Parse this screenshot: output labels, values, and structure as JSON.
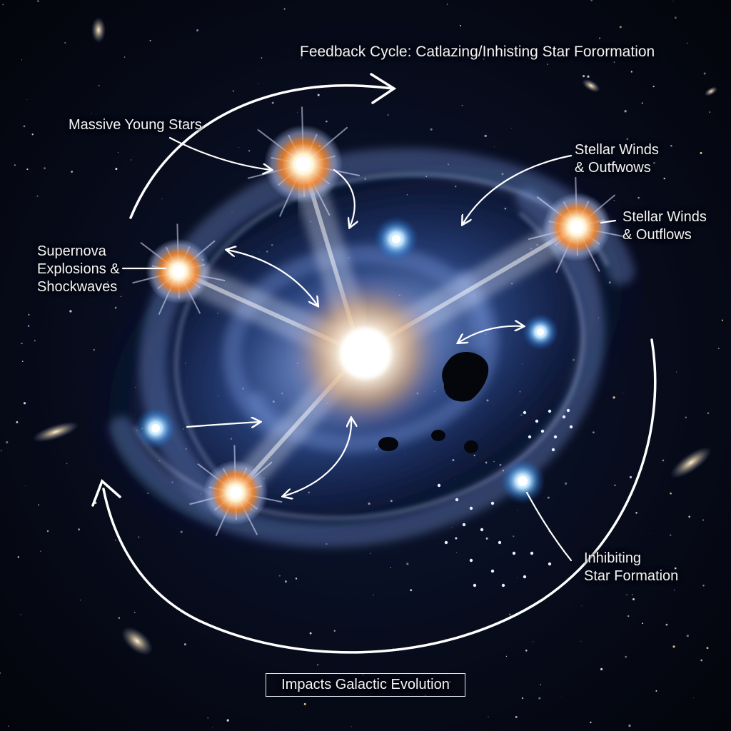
{
  "colors": {
    "background": "#05070f",
    "galaxy_blue": "#3e64b8",
    "arrow": "#ffffff",
    "burst_core": "#fff6d8",
    "burst_orange": "#ff8a2a"
  },
  "labels": {
    "title": "Feedback Cycle: Catlazing/Inhisting Star Forormation",
    "massive_young_stars": "Massive Young Stars",
    "stellar_winds_top": [
      "Stellar Winds",
      "& Outfwows"
    ],
    "stellar_winds_right": [
      "Stellar Winds",
      "& Outflows"
    ],
    "supernova": [
      "Supernova",
      "Explosions &",
      "Shockwaves"
    ],
    "inhibiting": [
      "Inhibiting",
      "Star Formation"
    ],
    "impacts": "Impacts Galactic Evolution"
  },
  "icons": {
    "starburst": "starburst-icon",
    "blue_star": "blue-star-icon",
    "background_galaxy": "spiral-galaxy-icon"
  }
}
